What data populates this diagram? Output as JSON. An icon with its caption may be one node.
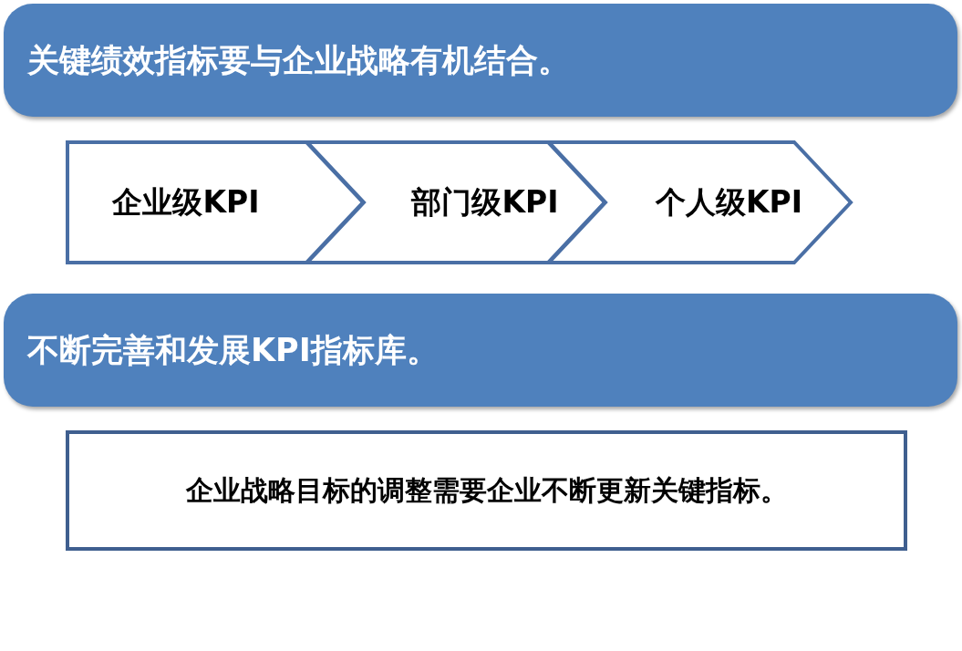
{
  "diagram": {
    "nodes": [
      {
        "text": [
          "关键绩效指标要与企业战略有机结合。"
        ]
      },
      {
        "text": [
          "企业级KPI"
        ]
      },
      {
        "text": [
          "部门级KPI"
        ]
      },
      {
        "text": [
          "个人级KPI"
        ]
      },
      {
        "text": [
          "不断完善和发展KPI指标库。"
        ]
      },
      {
        "text": [
          "企业战略目标的调整需要企业不断更新关键指标。"
        ]
      }
    ]
  }
}
